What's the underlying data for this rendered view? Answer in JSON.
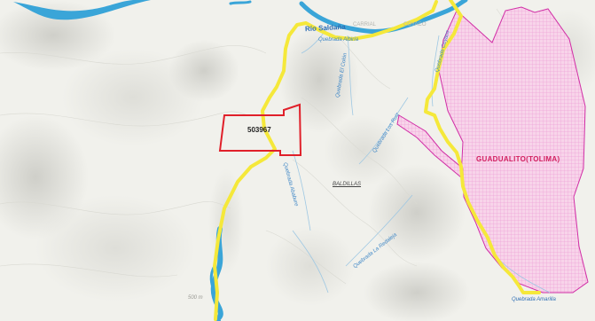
{
  "map": {
    "parcel_id": "503967",
    "municipality": "GUADUALITO(TOLIMA)",
    "locality": "BALDILLAS",
    "rivers": {
      "main": "Río Saldaña",
      "q_el_colon": "Quebrada El Colón",
      "q_coyaco": "Quebrada Coyaco",
      "q_los_ruiz": "Quebrada Los Ruiz",
      "q_ababure": "Quebrada Ababure",
      "q_la_redaleja": "Quebrada La Redaleja",
      "q_amarilla": "Quebrada Amarilla",
      "q_albiria": "Quebrada Albiría"
    },
    "faint_labels": {
      "carrial": "CARRIAL",
      "coyaco": "COYACO"
    },
    "elevation_label": "500 m",
    "colors": {
      "water": "#3aa5d8",
      "boundary": "#f5e83a",
      "parcel": "#e0202a",
      "municipality_fill": "#f6c6e4",
      "municipality_edge": "#d12ea6",
      "terrain": "#f2f2ee"
    }
  }
}
